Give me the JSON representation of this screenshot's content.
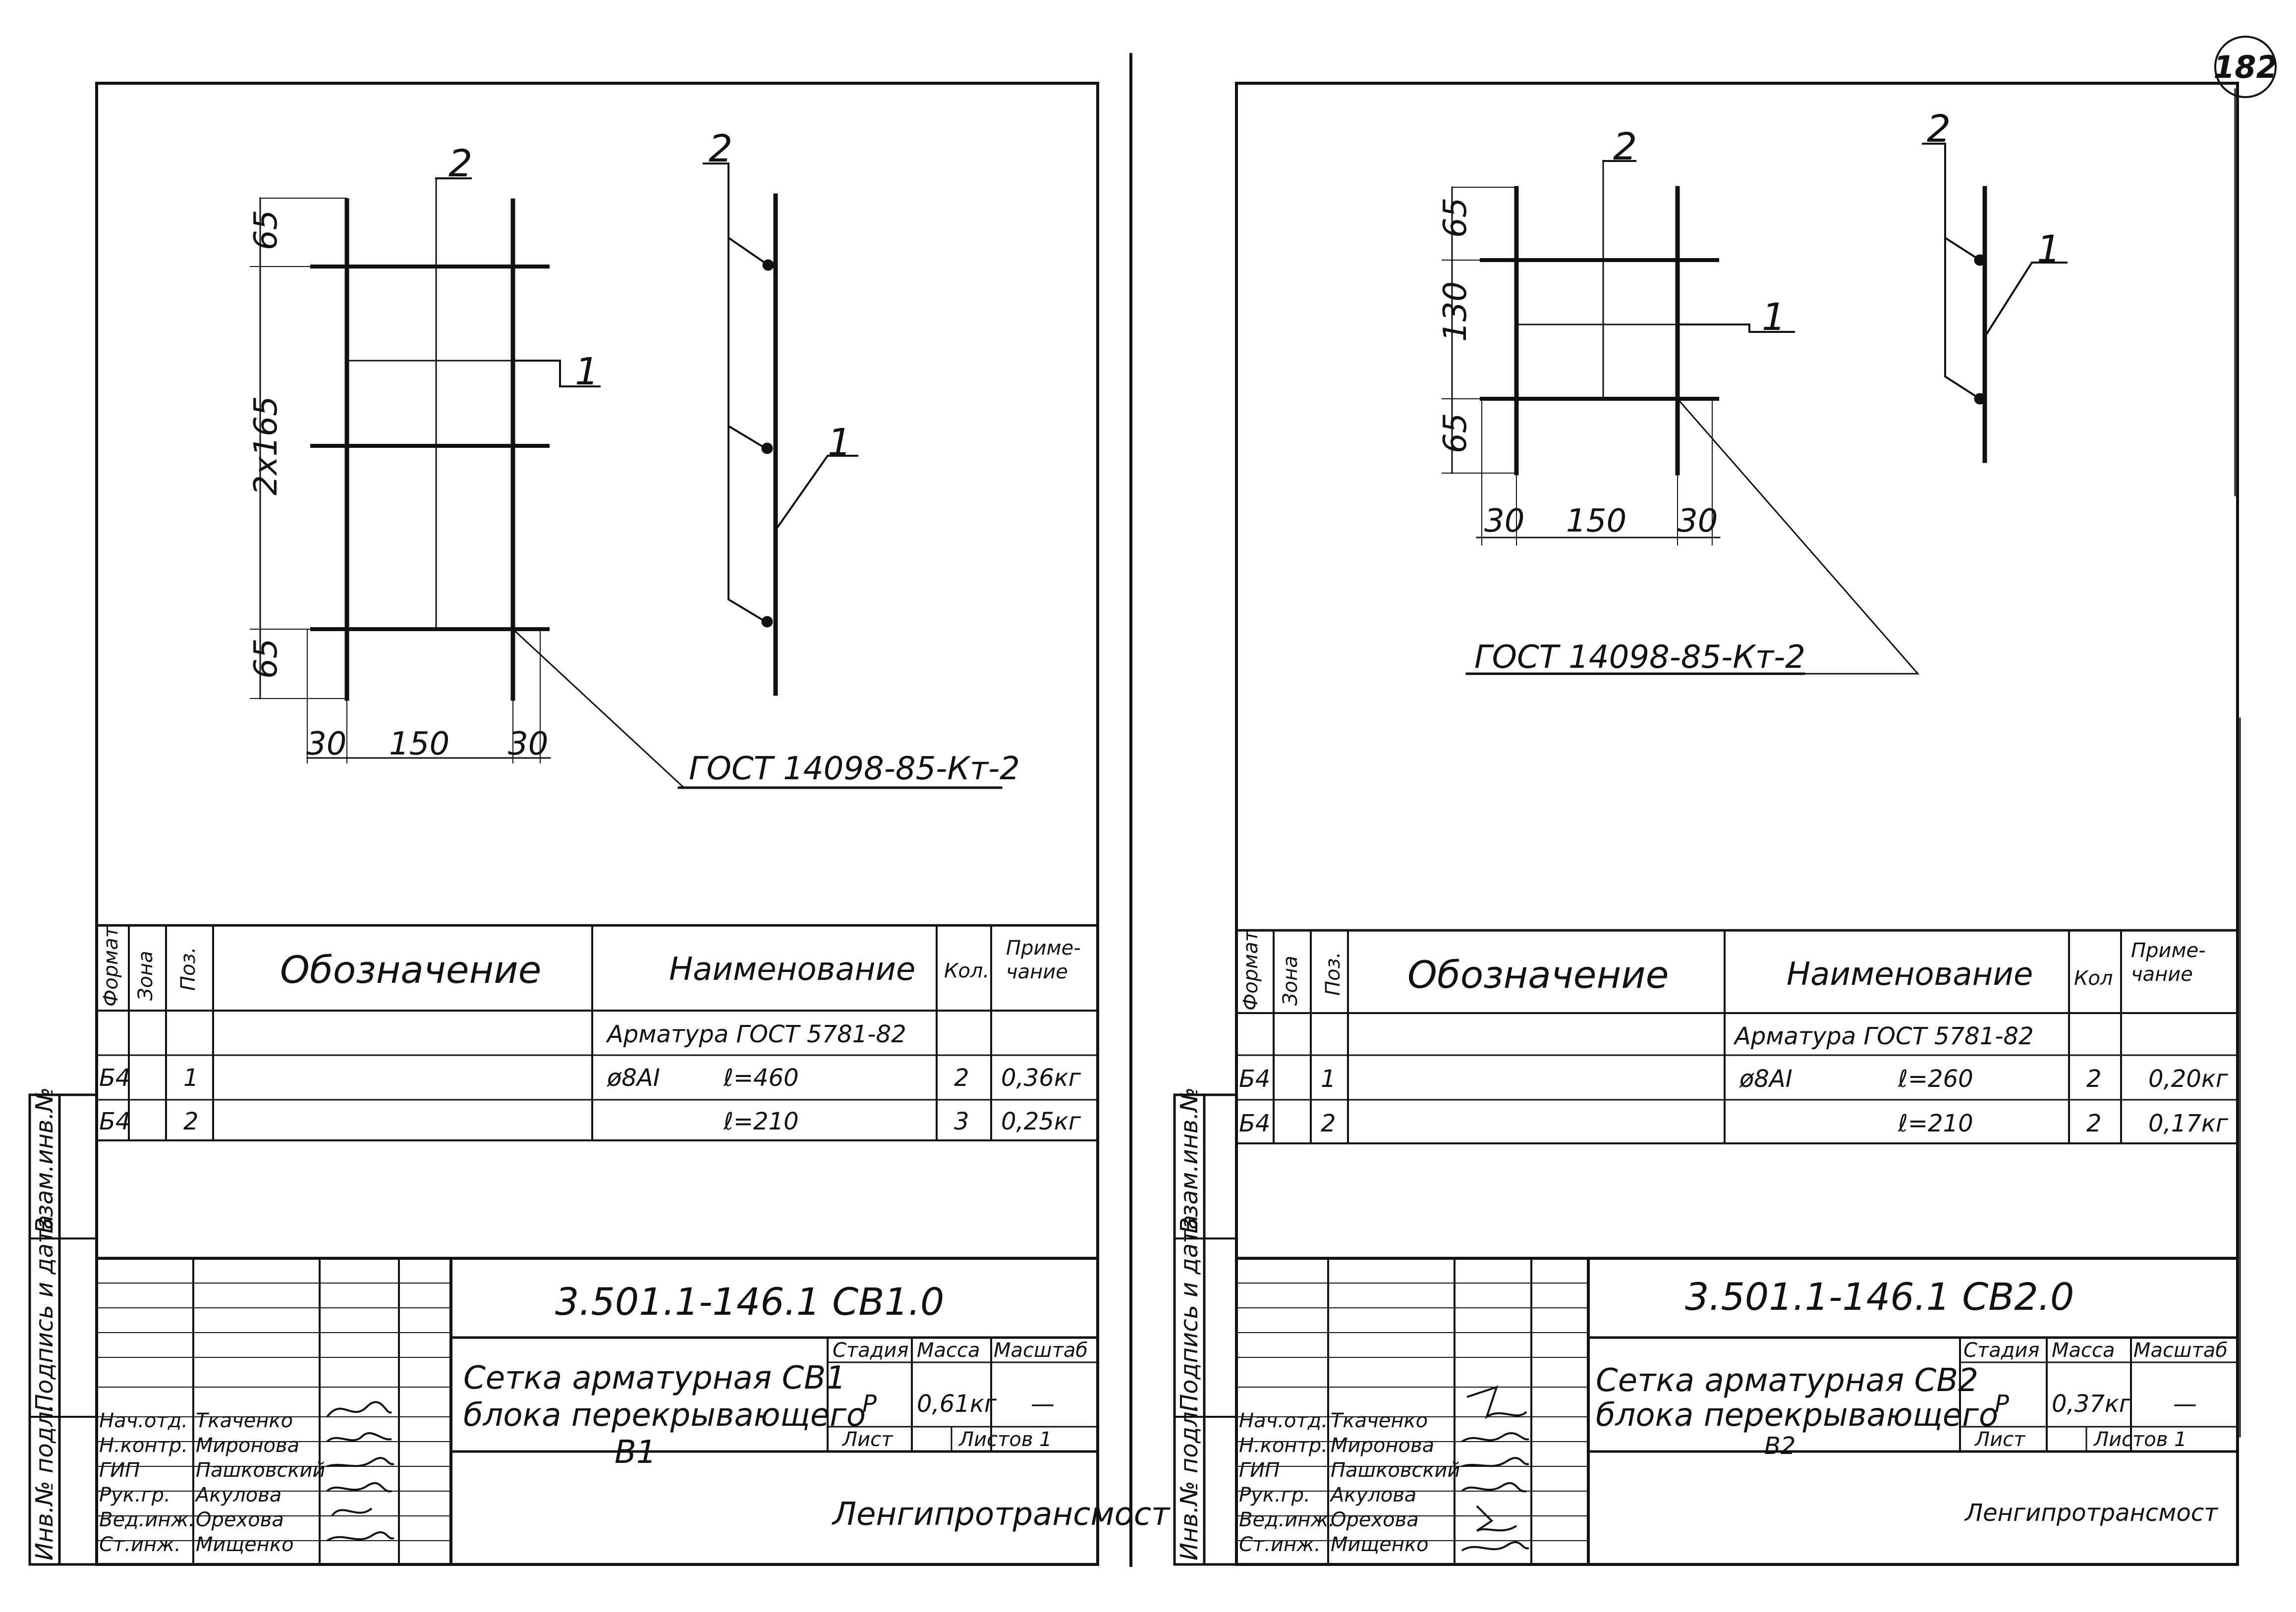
{
  "sheet_number": "182",
  "sheets": [
    {
      "id": "cb1",
      "drawing": {
        "dims": {
          "top": "65",
          "mid": "2x165",
          "bottom": "65",
          "left": "30",
          "center": "150",
          "right": "30"
        },
        "callouts": {
          "pos1": "1",
          "pos2": "2",
          "side_pos1": "1",
          "side_pos2": "2"
        },
        "gost": "ГОСТ 14098-85-Кт-2"
      },
      "spec": {
        "headers": {
          "format": "Формат",
          "zone": "Зона",
          "pos": "Поз.",
          "designation": "Обозначение",
          "name": "Наименование",
          "qty": "Кол.",
          "note": "Приме-чание"
        },
        "group": "Арматура ГОСТ 5781-82",
        "rows": [
          {
            "format": "Б4",
            "pos": "1",
            "steel": "ø8АI",
            "length": "ℓ=460",
            "qty": "2",
            "note": "0,36кг"
          },
          {
            "format": "Б4",
            "pos": "2",
            "steel": "",
            "length": "ℓ=210",
            "qty": "3",
            "note": "0,25кг"
          }
        ]
      },
      "title_block": {
        "code": "3.501.1-146.1     СВ1.0",
        "title_line1": "Сетка арматурная СВ1",
        "title_line2": "блока перекрывающего",
        "title_line3": "В1",
        "stage_label": "Стадия",
        "mass_label": "Масса",
        "scale_label": "Масштаб",
        "stage": "Р",
        "mass": "0,61кг",
        "scale": "—",
        "sheet_label": "Лист",
        "sheets_label": "Листов 1",
        "org": "Ленгипротрансмост",
        "people": [
          {
            "role": "Нач.отд.",
            "name": "Ткаченко"
          },
          {
            "role": "Н.контр.",
            "name": "Миронова"
          },
          {
            "role": "ГИП",
            "name": "Пашковский"
          },
          {
            "role": "Рук.гр.",
            "name": "Акулова"
          },
          {
            "role": "Вед.инж.",
            "name": "Орехова"
          },
          {
            "role": "Ст.инж.",
            "name": "Мищенко"
          }
        ]
      },
      "side_stamp": [
        "Инв.№ подл.",
        "Подпись и дата",
        "Взам.инв.№"
      ]
    },
    {
      "id": "cb2",
      "drawing": {
        "dims": {
          "top": "65",
          "mid": "130",
          "bottom": "65",
          "left": "30",
          "center": "150",
          "right": "30"
        },
        "callouts": {
          "pos1": "1",
          "pos2": "2",
          "side_pos1": "1",
          "side_pos2": "2"
        },
        "gost": "ГОСТ 14098-85-Кт-2"
      },
      "spec": {
        "headers": {
          "format": "Формат",
          "zone": "Зона",
          "pos": "Поз.",
          "designation": "Обозначение",
          "name": "Наименование",
          "qty": "Кол",
          "note": "Приме-чание"
        },
        "group": "Арматура ГОСТ 5781-82",
        "rows": [
          {
            "format": "Б4",
            "pos": "1",
            "steel": "ø8АI",
            "length": "ℓ=260",
            "qty": "2",
            "note": "0,20кг"
          },
          {
            "format": "Б4",
            "pos": "2",
            "steel": "",
            "length": "ℓ=210",
            "qty": "2",
            "note": "0,17кг"
          }
        ]
      },
      "title_block": {
        "code": "3.501.1-146.1     СВ2.0",
        "title_line1": "Сетка арматурная СВ2",
        "title_line2": "блока перекрывающего",
        "title_line3": "В2",
        "stage_label": "Стадия",
        "mass_label": "Масса",
        "scale_label": "Масштаб",
        "stage": "Р",
        "mass": "0,37кг",
        "scale": "—",
        "sheet_label": "Лист",
        "sheets_label": "Листов 1",
        "org": "Ленгипротрансмост",
        "people": [
          {
            "role": "Нач.отд.",
            "name": "Ткаченко"
          },
          {
            "role": "Н.контр.",
            "name": "Миронова"
          },
          {
            "role": "ГИП",
            "name": "Пашковский"
          },
          {
            "role": "Рук.гр.",
            "name": "Акулова"
          },
          {
            "role": "Вед.инж.",
            "name": "Орехова"
          },
          {
            "role": "Ст.инж.",
            "name": "Мищенко"
          }
        ]
      },
      "side_stamp": [
        "Инв.№ подл.",
        "Подпись и дата",
        "Взам.инв.№"
      ]
    }
  ]
}
